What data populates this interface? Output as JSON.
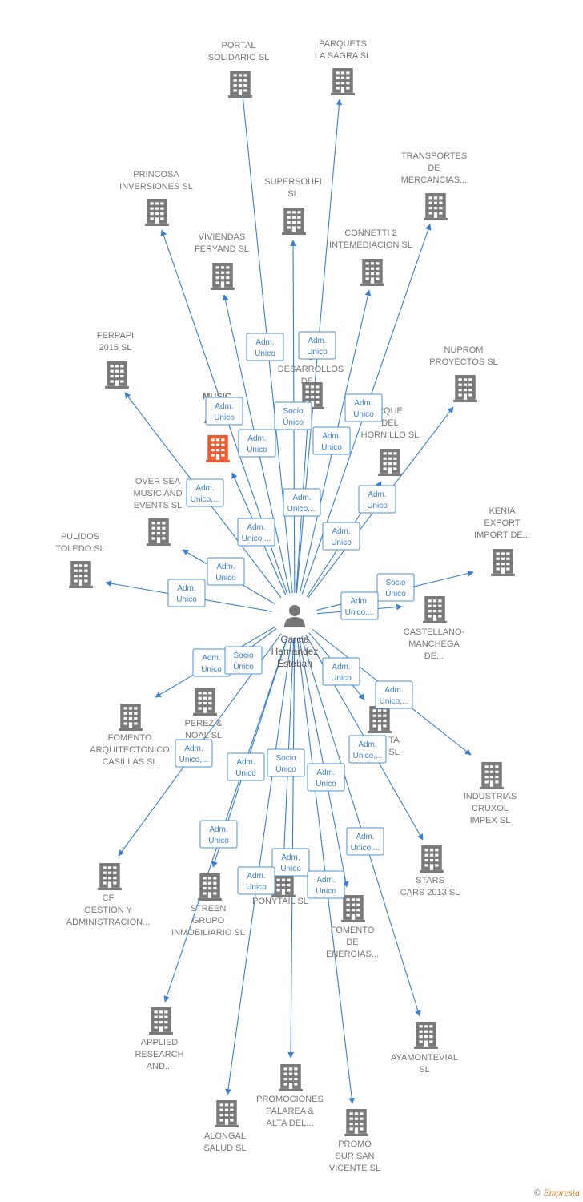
{
  "center": {
    "name_lines": [
      "Garcia",
      "Hernandez",
      "Esteban"
    ],
    "icon": "person-icon"
  },
  "colors": {
    "edge": "#3b7fd0",
    "building": "#7a7a7a",
    "highlight": "#ee5a2f",
    "label": "#777777"
  },
  "nodes": [
    {
      "id": "portal",
      "lines": [
        "PORTAL",
        "SOLIDARIO SL"
      ],
      "rel": [
        "Adm.",
        "Unico"
      ]
    },
    {
      "id": "parquets",
      "lines": [
        "PARQUETS",
        "LA SAGRA SL"
      ],
      "rel": [
        "Adm.",
        "Unico"
      ]
    },
    {
      "id": "transportes",
      "lines": [
        "TRANSPORTES",
        "DE",
        "MERCANCIAS..."
      ],
      "rel": [
        "Adm.",
        "Unico"
      ]
    },
    {
      "id": "princosa",
      "lines": [
        "PRINCOSA",
        "INVERSIONES SL"
      ],
      "rel": [
        "Adm.",
        "Unico"
      ]
    },
    {
      "id": "supersoufi",
      "lines": [
        "SUPERSOUFI",
        "SL"
      ],
      "rel": [
        "Socio",
        "Único"
      ]
    },
    {
      "id": "connetti",
      "lines": [
        "CONNETTI 2",
        "INTEMEDIACION SL"
      ],
      "rel": [
        "Adm.",
        "Unico"
      ]
    },
    {
      "id": "viviendas",
      "lines": [
        "VIVIENDAS",
        "FERYAND SL"
      ],
      "rel": [
        "Adm.",
        "Unico"
      ]
    },
    {
      "id": "desarrollos",
      "lines": [
        "S",
        "DESARROLLOS",
        "DE..."
      ],
      "rel": [
        "Adm.",
        "Unico,..."
      ]
    },
    {
      "id": "nuprom",
      "lines": [
        "NUPROM",
        "PROYECTOS SL"
      ],
      "rel": [
        "Adm.",
        "Unico"
      ]
    },
    {
      "id": "ferpapi",
      "lines": [
        "FERPAPI",
        "2015  SL"
      ],
      "rel": [
        "Adm.",
        "Unico,..."
      ]
    },
    {
      "id": "music",
      "lines": [
        "MUSIC",
        "F...",
        "ANC..."
      ],
      "rel": [
        "Adm.",
        "Unico,..."
      ],
      "highlight": true
    },
    {
      "id": "parque",
      "lines": [
        "RQUE",
        "DEL",
        "HORNILLO SL"
      ],
      "rel": [
        "Adm.",
        "Unico"
      ]
    },
    {
      "id": "oversea",
      "lines": [
        "OVER SEA",
        "MUSIC AND",
        "EVENTS  SL"
      ],
      "rel": [
        "Adm.",
        "Unico"
      ]
    },
    {
      "id": "kenia",
      "lines": [
        "KENIA",
        "EXPORT",
        "IMPORT DE..."
      ],
      "rel": [
        "Socio",
        "Único"
      ]
    },
    {
      "id": "pulidos",
      "lines": [
        "PULIDOS",
        "TOLEDO SL"
      ],
      "rel": [
        "Adm.",
        "Unico"
      ]
    },
    {
      "id": "castellano",
      "lines": [
        "CASTELLANO-",
        "MANCHEGA",
        "DE..."
      ],
      "rel": [
        "Adm.",
        "Unico,..."
      ]
    },
    {
      "id": "fomento_arq",
      "lines": [
        "FOMENTO",
        "ARQUITECTONICO",
        "CASILLAS SL"
      ],
      "rel": [
        "Adm.",
        "Unico"
      ]
    },
    {
      "id": "perez",
      "lines": [
        "PEREZ &",
        "NOAL SL"
      ],
      "rel": [
        "Socio",
        "Único"
      ]
    },
    {
      "id": "ta",
      "lines": [
        "TA",
        "SL"
      ],
      "rel": [
        "Adm.",
        "Unico"
      ]
    },
    {
      "id": "industrias",
      "lines": [
        "INDUSTRIAS",
        "CRUXOL",
        "IMPEX SL"
      ],
      "rel": [
        "Adm.",
        "Unico,..."
      ]
    },
    {
      "id": "cf",
      "lines": [
        "CF",
        "GESTION Y",
        "ADMINISTRACION..."
      ],
      "rel": [
        "Adm.",
        "Unico,..."
      ]
    },
    {
      "id": "stars",
      "lines": [
        "STARS",
        "CARS 2013  SL"
      ],
      "rel": [
        "Adm.",
        "Unico,..."
      ]
    },
    {
      "id": "streen",
      "lines": [
        "STREEN",
        "GRUPO",
        "INMOBILIARIO SL"
      ],
      "rel": [
        "Adm.",
        "Unico"
      ]
    },
    {
      "id": "ponytail",
      "lines": [
        "PONYTAIL SL"
      ],
      "rel": [
        "Socio",
        "Único"
      ]
    },
    {
      "id": "fomento_en",
      "lines": [
        "FOMENTO",
        "DE",
        "ENERGIAS..."
      ],
      "rel": [
        "Adm.",
        "Unico"
      ]
    },
    {
      "id": "applied",
      "lines": [
        "APPLIED",
        "RESEARCH",
        "AND..."
      ],
      "rel": [
        "Adm.",
        "Unico"
      ]
    },
    {
      "id": "ayamontevial",
      "lines": [
        "AYAMONTEVIAL",
        "SL"
      ],
      "rel": [
        "Adm.",
        "Unico,..."
      ]
    },
    {
      "id": "promociones",
      "lines": [
        "PROMOCIONES",
        "PALAREA &",
        "ALTA DEL..."
      ],
      "rel": [
        "Adm.",
        "Unico"
      ]
    },
    {
      "id": "alongal",
      "lines": [
        "ALONGAL",
        "SALUD SL"
      ],
      "rel": [
        "Adm.",
        "Unico"
      ]
    },
    {
      "id": "promo",
      "lines": [
        "PROMO",
        "SUR SAN",
        "VICENTE SL"
      ],
      "rel": [
        "Adm.",
        "Unico"
      ]
    }
  ],
  "footer": {
    "copyright": "©",
    "brand": "Empresia"
  }
}
